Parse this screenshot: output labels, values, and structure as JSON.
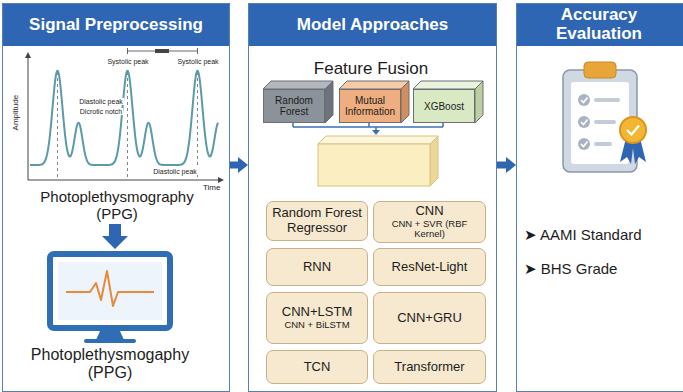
{
  "diagram": {
    "nodes": [
      {
        "text": [
          "Signal Preprocessing"
        ]
      },
      {
        "text": [
          "Model Approaches"
        ]
      },
      {
        "text": [
          "Random Forest"
        ],
        "in": 1
      },
      {
        "text": [
          "Mutual Information"
        ],
        "in": 1
      },
      {
        "text": [
          "XGBoost"
        ],
        "in": 1
      },
      {
        "text": [
          "Random Forest Regressor"
        ],
        "in": 1
      },
      {
        "text": [
          "CNN",
          "CNN + SVR (RBF Kernel)"
        ],
        "in": 1
      },
      {
        "text": [
          "RNN"
        ],
        "in": 1
      },
      {
        "text": [
          "ResNet-Light"
        ],
        "in": 1
      },
      {
        "text": [
          "CNN+LSTM",
          "CNN + BiLSTM"
        ],
        "in": 1
      },
      {
        "text": [
          "CNN+GRU"
        ],
        "in": 1
      },
      {
        "text": [
          "TCN"
        ],
        "in": 1
      },
      {
        "text": [
          "Transformer"
        ],
        "in": 1
      },
      {
        "text": [
          "Accuracy Evaluation"
        ]
      }
    ],
    "edges": [
      {
        "from": 0,
        "to": 1,
        "arrow": "to"
      },
      {
        "from": 1,
        "to": 13,
        "arrow": "to"
      }
    ],
    "labels": [
      "Amplitude",
      "Time",
      "Systolic peak",
      "Systolic peak",
      "Diastolic peak",
      "Dicrotic notch",
      "Diastolic peak",
      "Photoplethysmography (PPG)",
      "Photoplethysmogaphy (PPG)",
      "Feature Fusion",
      "➤ AAMI Standard",
      "➤ BHS Grade"
    ]
  }
}
